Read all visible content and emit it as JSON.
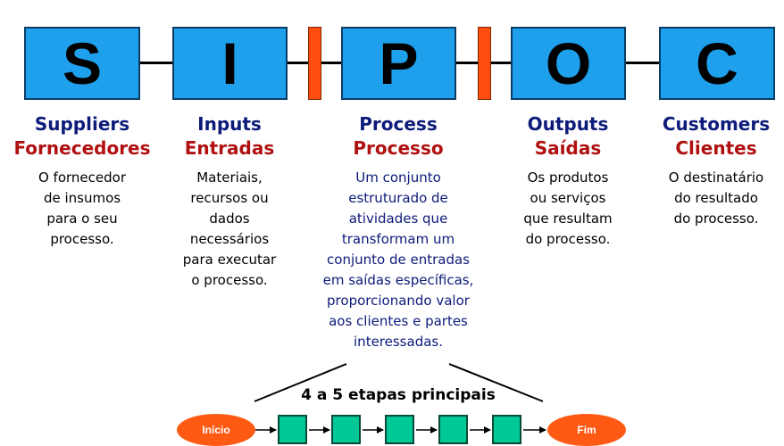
{
  "letters": [
    "S",
    "I",
    "P",
    "O",
    "C"
  ],
  "columns": [
    {
      "en": "Suppliers",
      "pt": "Fornecedores",
      "desc": "O fornecedor\nde insumos\npara o seu\nprocesso."
    },
    {
      "en": "Inputs",
      "pt": "Entradas",
      "desc": "Materiais,\nrecursos ou\ndados\nnecessários\npara executar\no processo."
    },
    {
      "en": "Process",
      "pt": "Processo",
      "desc": "Um conjunto\nestruturado de\natividades que\ntransformam um\nconjunto de entradas\nem saídas específicas,\nproporcionando valor\naos clientes e partes\ninteressadas."
    },
    {
      "en": "Outputs",
      "pt": "Saídas",
      "desc": "Os produtos\nou serviços\nque resultam\ndo processo."
    },
    {
      "en": "Customers",
      "pt": "Clientes",
      "desc": "O destinatário\ndo resultado\ndo processo."
    }
  ],
  "steps": {
    "label": "4 a 5 etapas principais",
    "start": "Início",
    "end": "Fim"
  },
  "colors": {
    "box": "#1ea0ec",
    "bar": "#ff4d10",
    "heading_en": "#0d1b7a",
    "heading_pt": "#b01010",
    "step": "#00c896"
  }
}
